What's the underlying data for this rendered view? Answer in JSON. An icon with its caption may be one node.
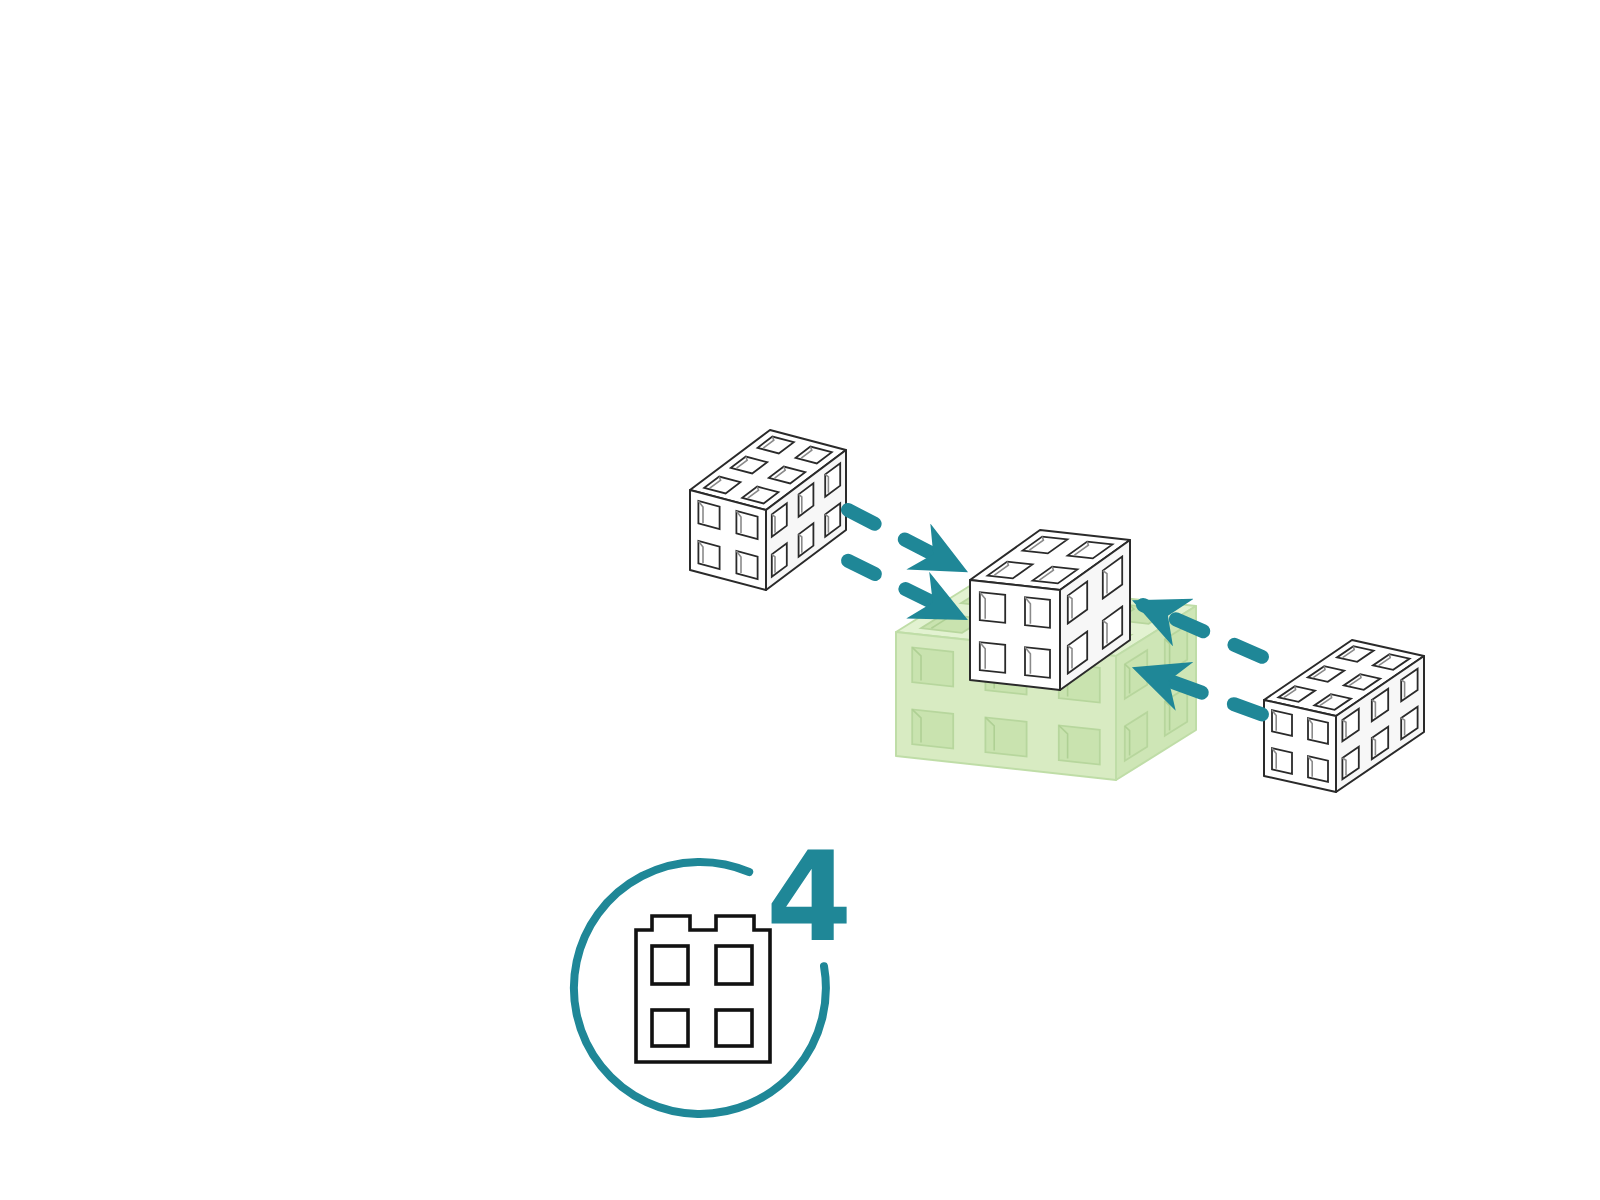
{
  "diagram": {
    "nodes": [
      {
        "text": [],
        "shape": "picture"
      },
      {
        "text": [],
        "shape": "picture"
      },
      {
        "text": [],
        "shape": "picture"
      }
    ],
    "edges": [
      {
        "from": 0,
        "to": 1,
        "arrow": "to",
        "style": "dashed"
      },
      {
        "from": 0,
        "to": 1,
        "arrow": "to",
        "style": "dashed"
      },
      {
        "from": 2,
        "to": 1,
        "arrow": "to",
        "style": "dashed"
      },
      {
        "from": 2,
        "to": 1,
        "arrow": "to",
        "style": "dashed"
      }
    ],
    "labels": [
      "4"
    ]
  }
}
